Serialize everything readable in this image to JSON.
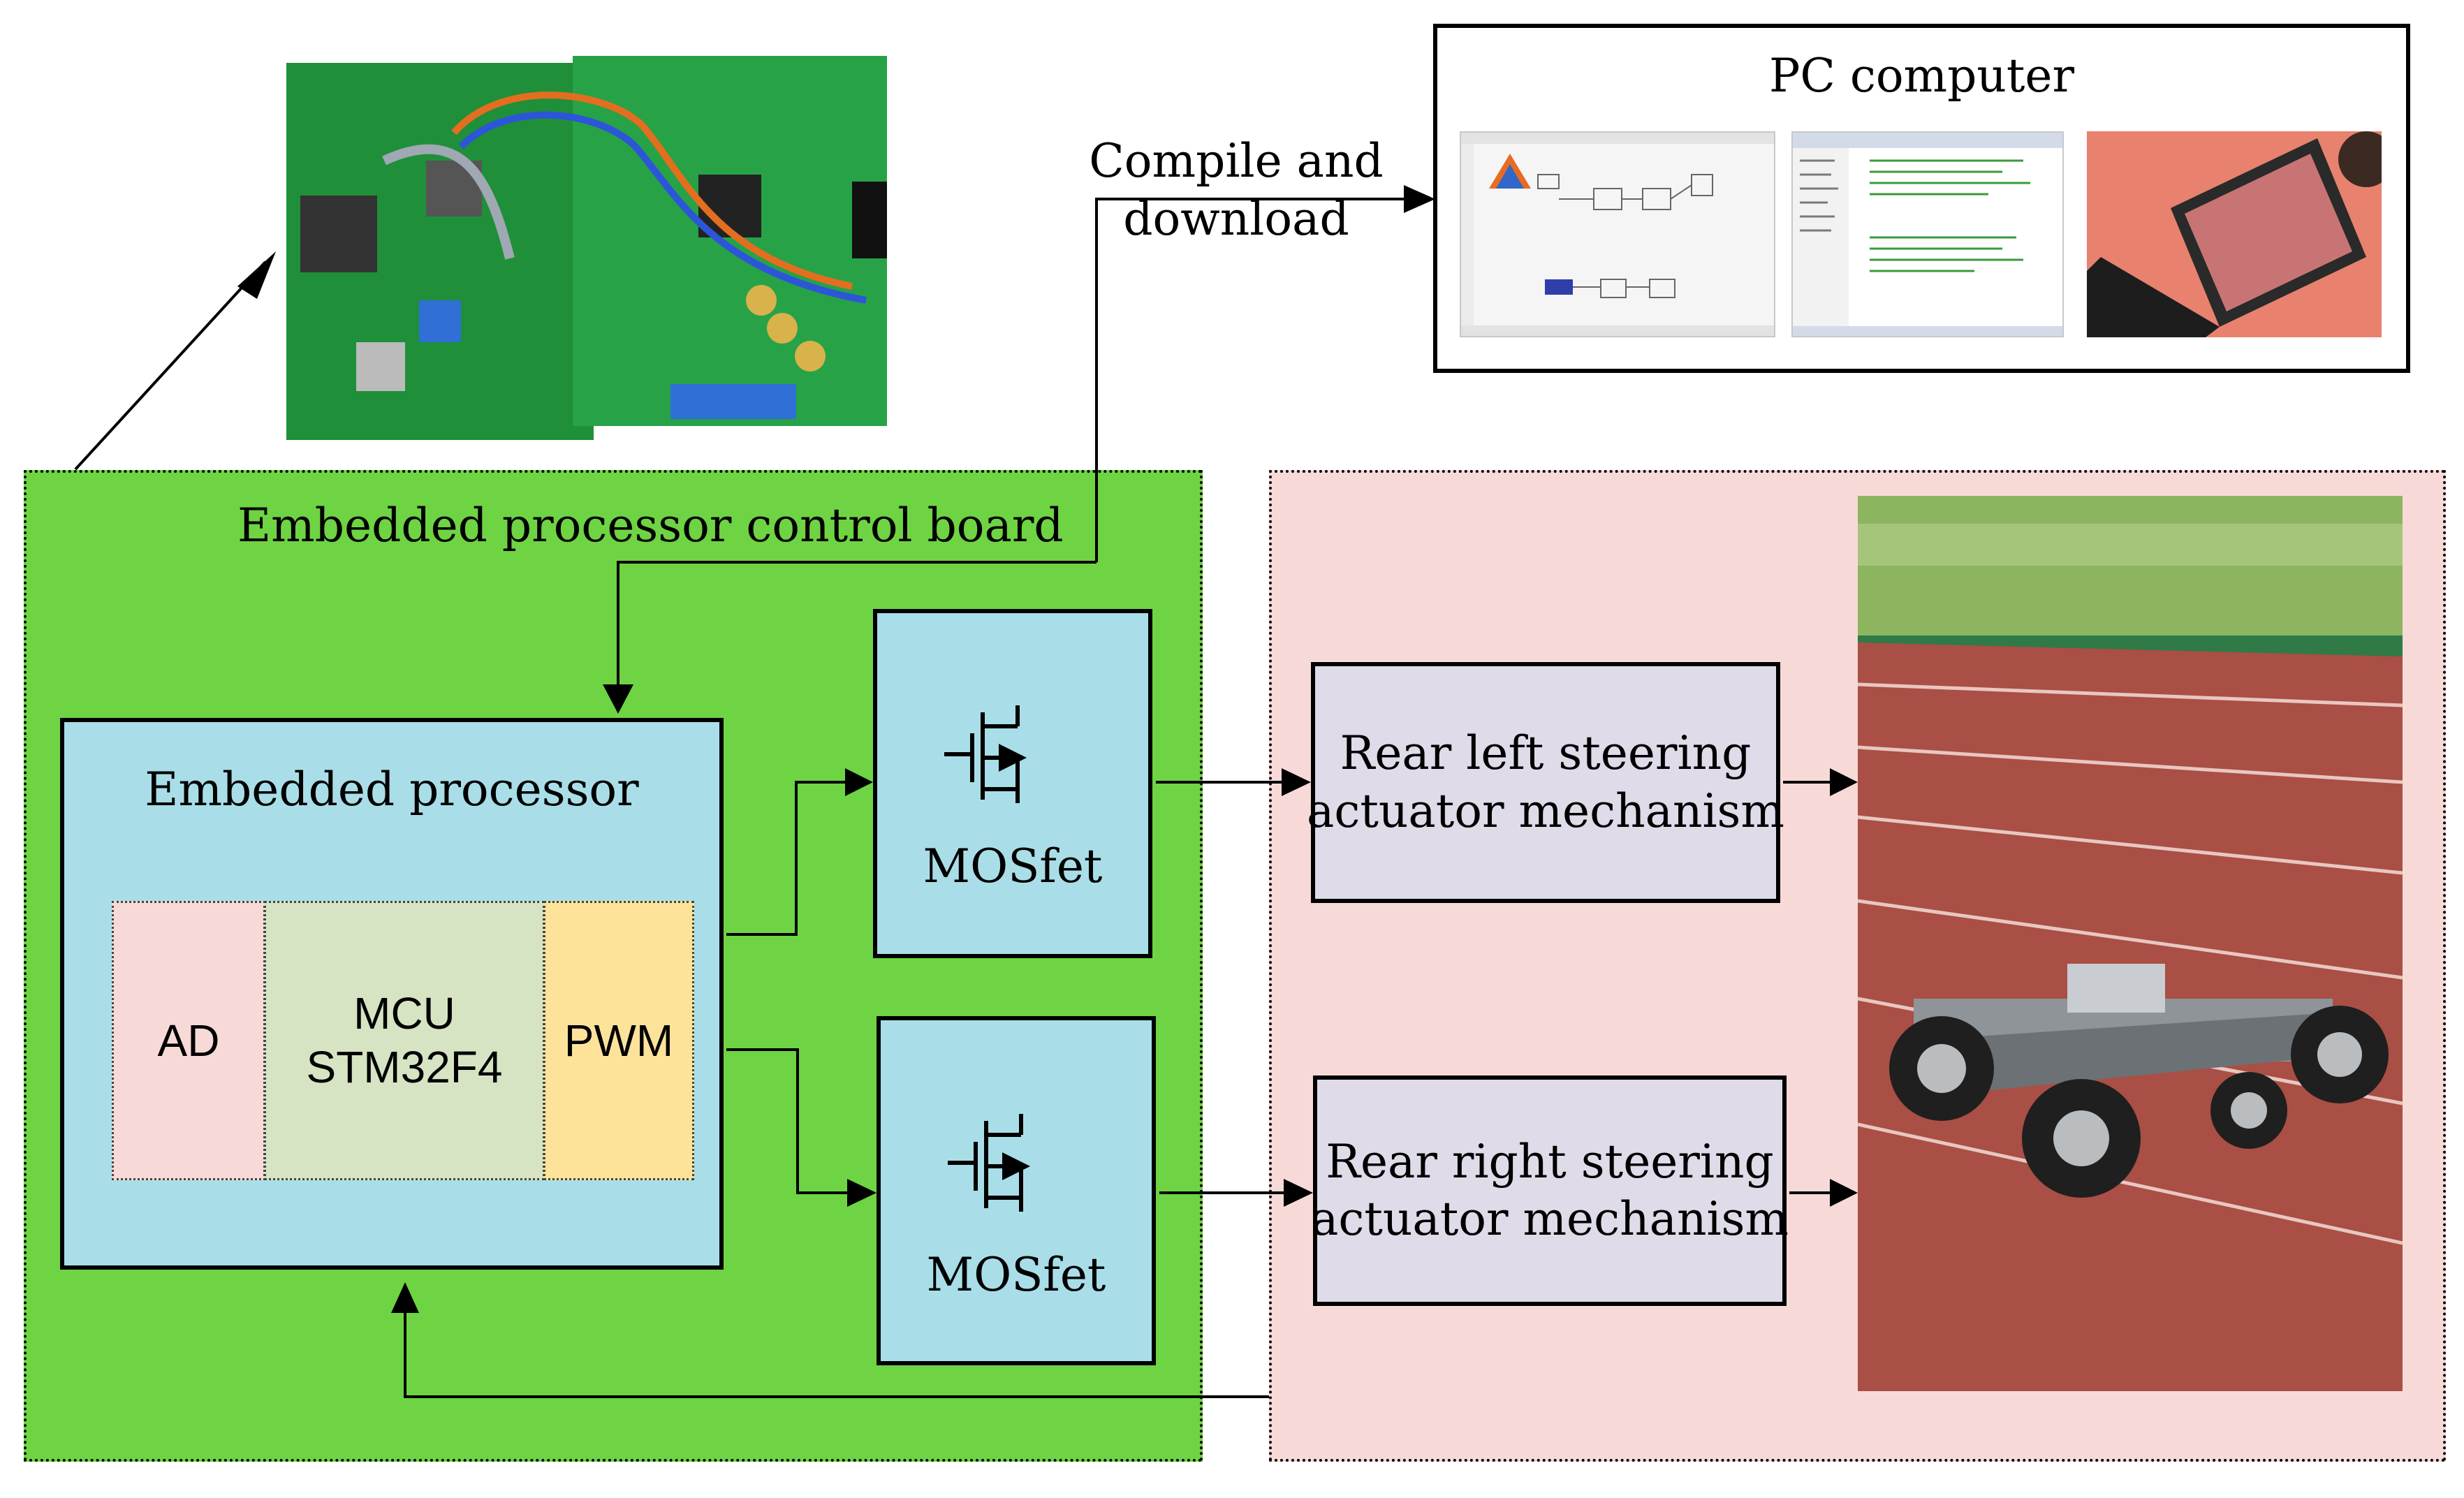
{
  "pc": {
    "title": "PC computer"
  },
  "compile_label": {
    "line1": "Compile and",
    "line2": "download"
  },
  "board_region": {
    "title": "Embedded processor control board"
  },
  "processor": {
    "title": "Embedded processor",
    "cells": [
      {
        "line1": "AD",
        "line2": ""
      },
      {
        "line1": "MCU",
        "line2": "STM32F4"
      },
      {
        "line1": "PWM",
        "line2": ""
      }
    ],
    "colors": {
      "ad": "#f7dad8",
      "mcu": "#d6e4c3",
      "pwm": "#fde39a"
    }
  },
  "mosfets": [
    {
      "label": "MOSfet"
    },
    {
      "label": "MOSfet"
    }
  ],
  "actuators": [
    {
      "line1": "Rear left steering",
      "line2": "actuator mechanism"
    },
    {
      "line1": "Rear right steering",
      "line2": "actuator mechanism"
    }
  ],
  "colors": {
    "board_region": "#6ed443",
    "vehicle_region": "#f7dad8",
    "box_blue": "#a9dee8",
    "box_lavender": "#e0dbe8"
  }
}
